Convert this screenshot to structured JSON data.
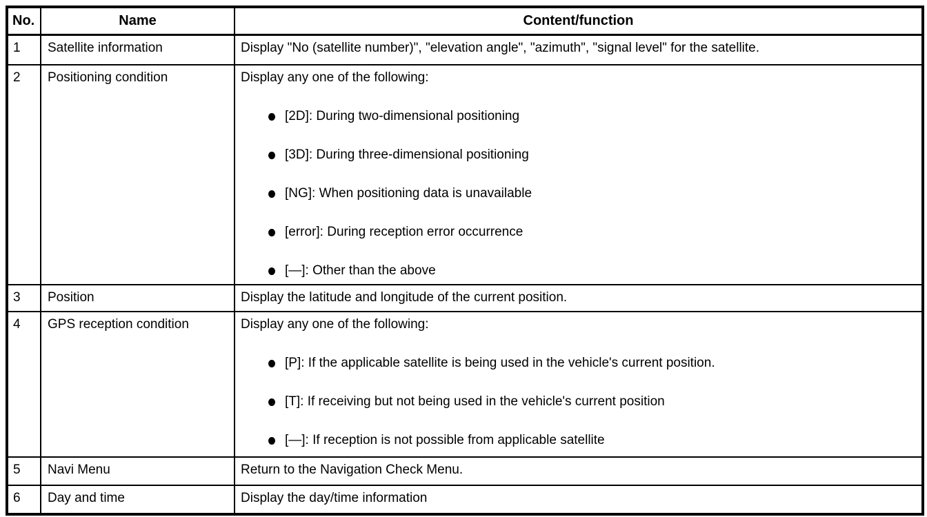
{
  "table": {
    "columns": [
      {
        "label": "No."
      },
      {
        "label": "Name"
      },
      {
        "label": "Content/function"
      }
    ],
    "rows": [
      {
        "no": "1",
        "name": "Satellite information",
        "intro": "Display \"No (satellite number)\", \"elevation angle\", \"azimuth\", \"signal level\" for the satellite.",
        "bullets": []
      },
      {
        "no": "2",
        "name": "Positioning condition",
        "intro": "Display any one of the following:",
        "bullets": [
          "[2D]: During two-dimensional positioning",
          "[3D]: During three-dimensional positioning",
          "[NG]: When positioning data is unavailable",
          "[error]: During reception error occurrence",
          "[—]: Other than the above"
        ]
      },
      {
        "no": "3",
        "name": "Position",
        "intro": "Display the latitude and longitude of the current position.",
        "bullets": []
      },
      {
        "no": "4",
        "name": "GPS reception condition",
        "intro": "Display any one of the following:",
        "bullets": [
          "[P]: If the applicable satellite is being used in the vehicle's current position.",
          "[T]: If receiving but not being used in the vehicle's current position",
          "[—]: If reception is not possible from applicable satellite"
        ]
      },
      {
        "no": "5",
        "name": "Navi Menu",
        "intro": "Return to the Navigation Check Menu.",
        "bullets": []
      },
      {
        "no": "6",
        "name": "Day and time",
        "intro": "Display the day/time information",
        "bullets": []
      }
    ]
  },
  "colors": {
    "border": "#000000",
    "text": "#000000",
    "background": "#ffffff"
  }
}
